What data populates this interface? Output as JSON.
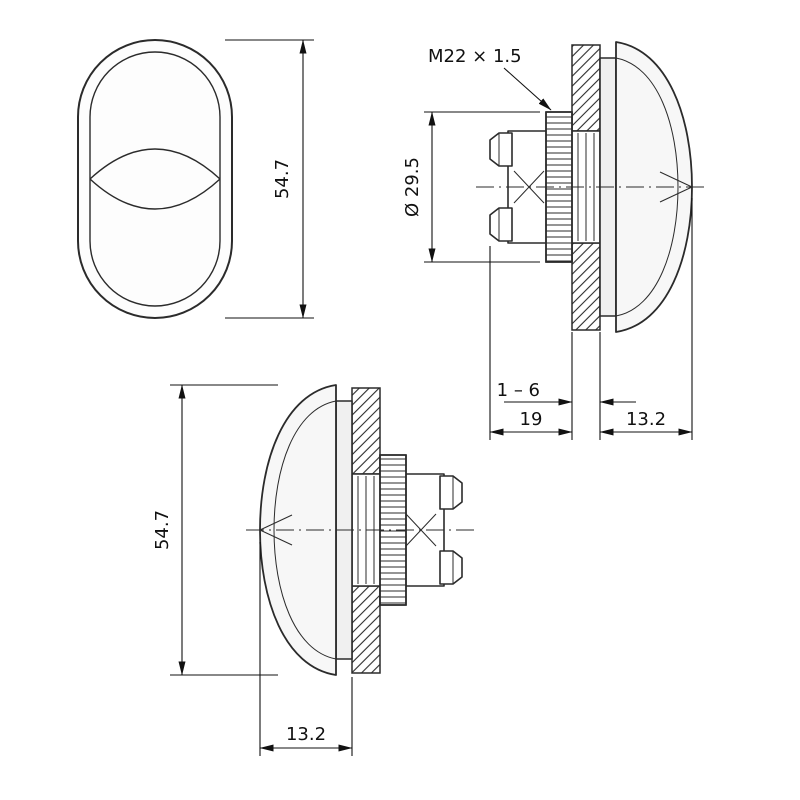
{
  "colors": {
    "line": "#2b2b2b",
    "dimension": "#111111",
    "background": "#ffffff",
    "part_fill": "#f7f7f7"
  },
  "views": {
    "front": {
      "height": "54.7"
    },
    "side": {
      "thread": "M22 × 1.5",
      "clamp_diameter": "Ø 29.5",
      "panel_thickness": "1 – 6",
      "mounting_depth": "19",
      "front_protrusion": "13.2"
    },
    "profile": {
      "height": "54.7",
      "front_protrusion": "13.2"
    }
  }
}
